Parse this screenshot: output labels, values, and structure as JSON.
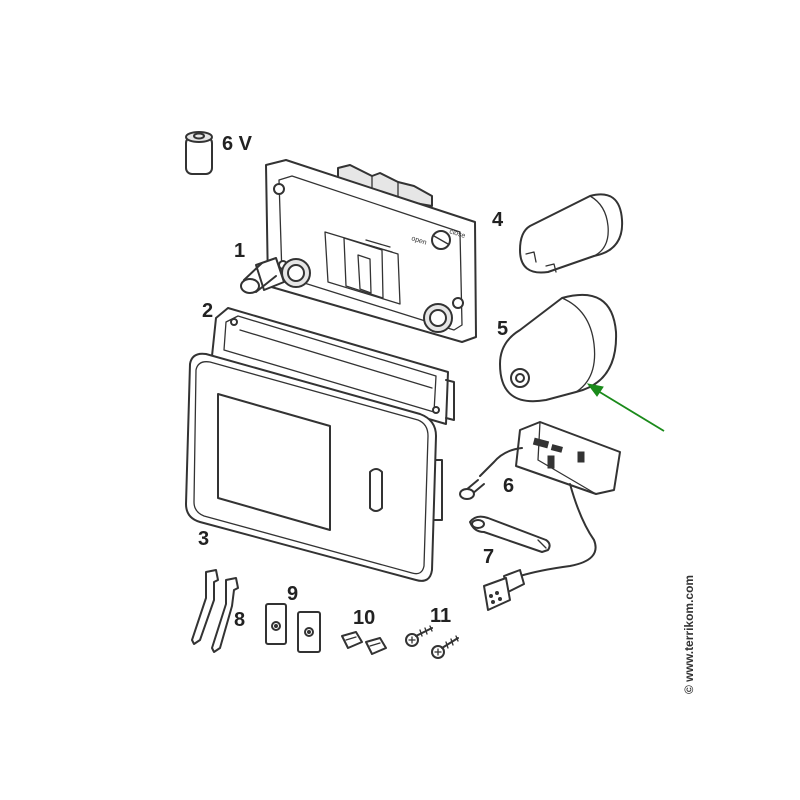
{
  "labels": {
    "battery": "6 V",
    "p1": "1",
    "p2": "2",
    "p3": "3",
    "p4": "4",
    "p5": "5",
    "p6": "6",
    "p7": "7",
    "p8": "8",
    "p9": "9",
    "p10": "10",
    "p11": "11"
  },
  "backplate_text": {
    "open": "open",
    "close": "close"
  },
  "watermark": "© www.terrikom.com",
  "colors": {
    "line": "#333333",
    "arrow": "#1a8a1a",
    "fill_light": "#e6e6e6"
  }
}
